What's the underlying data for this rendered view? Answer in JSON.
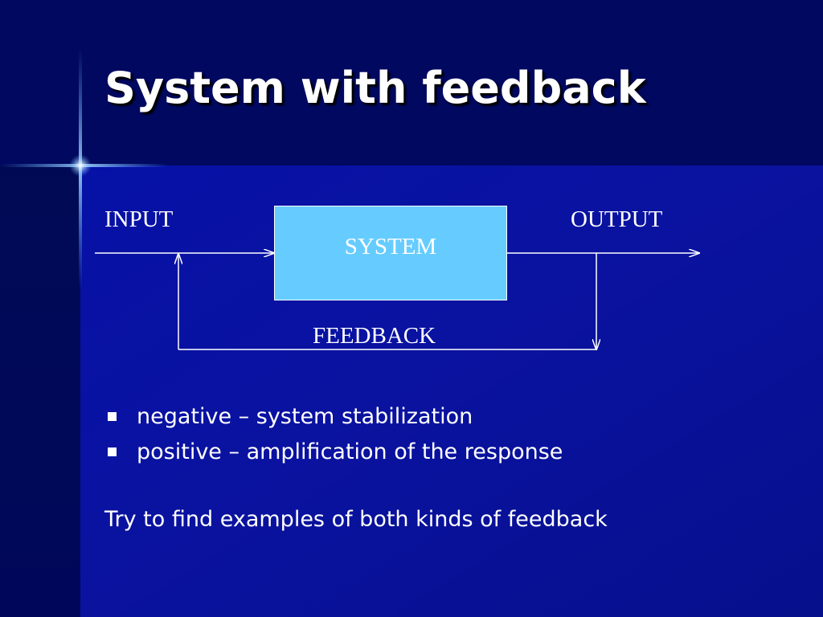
{
  "slide": {
    "title": "System with feedback",
    "colors": {
      "background": "#0a0d86",
      "title_band": "#00085f",
      "system_box_fill": "#66ccff",
      "text": "#ffffff"
    }
  },
  "diagram": {
    "input_label": "INPUT",
    "system_label": "SYSTEM",
    "output_label": "OUTPUT",
    "feedback_label": "FEEDBACK"
  },
  "bullets": [
    {
      "text": "negative – system stabilization"
    },
    {
      "text": "positive – amplification of the response"
    }
  ],
  "closing_text": "Try to find examples of both kinds of feedback"
}
